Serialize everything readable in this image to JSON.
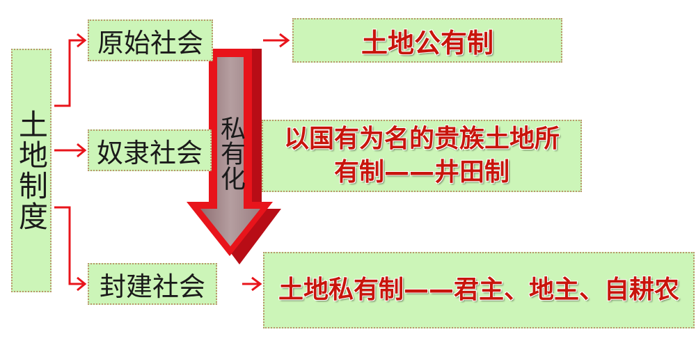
{
  "diagram": {
    "root": "土地制度",
    "stages": [
      {
        "label": "原始社会",
        "result": "土地公有制"
      },
      {
        "label": "奴隶社会",
        "result": "以国有为名的贵族土地所有制——井田制"
      },
      {
        "label": "封建社会",
        "result": "土地私有制——君主、地主、自耕农"
      }
    ],
    "transition_label": "私有化",
    "colors": {
      "box_fill": "#ccf5b8",
      "box_border": "#b9956a",
      "arrow_red": "#e8141b",
      "big_arrow_dark": "#c8101a",
      "big_arrow_gray": "#a99092",
      "result_text": "#c8150c"
    }
  }
}
